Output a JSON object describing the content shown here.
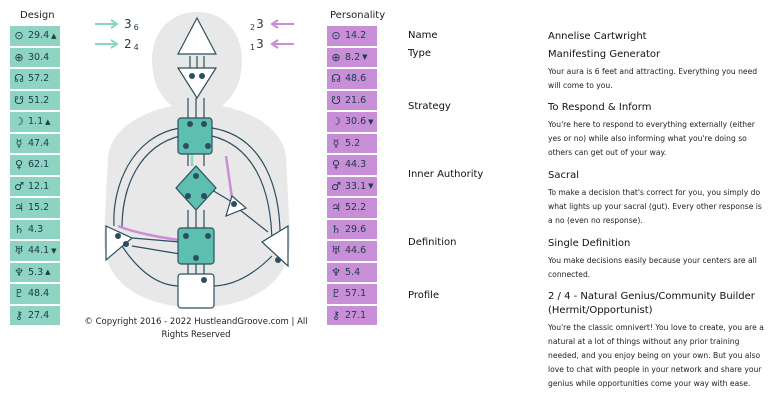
{
  "design": {
    "title": "Design",
    "arrows": [
      {
        "digit": "3",
        "sub": "6"
      },
      {
        "digit": "2",
        "sub": "4"
      }
    ],
    "planets": [
      {
        "symbol": "⊙",
        "value": "29.4",
        "mark": "▲"
      },
      {
        "symbol": "⊕",
        "value": "30.4",
        "mark": ""
      },
      {
        "symbol": "☊",
        "value": "57.2",
        "mark": ""
      },
      {
        "symbol": "☋",
        "value": "51.2",
        "mark": ""
      },
      {
        "symbol": "☽",
        "value": "1.1",
        "mark": "▲"
      },
      {
        "symbol": "☿",
        "value": "47.4",
        "mark": ""
      },
      {
        "symbol": "♀",
        "value": "62.1",
        "mark": ""
      },
      {
        "symbol": "♂",
        "value": "12.1",
        "mark": ""
      },
      {
        "symbol": "♃",
        "value": "15.2",
        "mark": ""
      },
      {
        "symbol": "♄",
        "value": "4.3",
        "mark": ""
      },
      {
        "symbol": "♅",
        "value": "44.1",
        "mark": "▼"
      },
      {
        "symbol": "♆",
        "value": "5.3",
        "mark": "▲"
      },
      {
        "symbol": "♇",
        "value": "48.4",
        "mark": ""
      },
      {
        "symbol": "⚷",
        "value": "27.4",
        "mark": ""
      }
    ]
  },
  "personality": {
    "title": "Personality",
    "arrows": [
      {
        "pre": "2",
        "digit": "3"
      },
      {
        "pre": "1",
        "digit": "3"
      }
    ],
    "planets": [
      {
        "symbol": "⊙",
        "value": "14.2",
        "mark": ""
      },
      {
        "symbol": "⊕",
        "value": "8.2",
        "mark": "▼"
      },
      {
        "symbol": "☊",
        "value": "48.6",
        "mark": ""
      },
      {
        "symbol": "☋",
        "value": "21.6",
        "mark": ""
      },
      {
        "symbol": "☽",
        "value": "30.6",
        "mark": "▼"
      },
      {
        "symbol": "☿",
        "value": "5.2",
        "mark": ""
      },
      {
        "symbol": "♀",
        "value": "44.3",
        "mark": ""
      },
      {
        "symbol": "♂",
        "value": "33.1",
        "mark": "▼"
      },
      {
        "symbol": "♃",
        "value": "52.2",
        "mark": ""
      },
      {
        "symbol": "♄",
        "value": "29.6",
        "mark": ""
      },
      {
        "symbol": "♅",
        "value": "44.6",
        "mark": ""
      },
      {
        "symbol": "♆",
        "value": "5.4",
        "mark": ""
      },
      {
        "symbol": "♇",
        "value": "57.1",
        "mark": ""
      },
      {
        "symbol": "⚷",
        "value": "27.1",
        "mark": ""
      }
    ]
  },
  "copyright": "© Copyright 2016 - 2022 HustleandGroove.com | All Rights Reserved",
  "info": {
    "name": {
      "label": "Name",
      "title": "Annelise Cartwright",
      "desc": ""
    },
    "type": {
      "label": "Type",
      "title": "Manifesting Generator",
      "desc": "Your aura is 6 feet and attracting. Everything you need will come to you."
    },
    "strategy": {
      "label": "Strategy",
      "title": "To Respond & Inform",
      "desc": "You're here to respond to everything externally (either yes or no) while also informing what you're doing so others can get out of your way."
    },
    "authority": {
      "label": "Inner Authority",
      "title": "Sacral",
      "desc": "To make a decision that's correct for you, you simply do what lights up your sacral (gut). Every other response is a no (even no response)."
    },
    "definition": {
      "label": "Definition",
      "title": "Single Definition",
      "desc": "You make decisions easily because your centers are all connected."
    },
    "profile": {
      "label": "Profile",
      "title": "2 / 4 - Natural Genius/Community Builder (Hermit/Opportunist)",
      "desc": "You're the classic omnivert! You love to create, you are a natural at a lot of things without any prior training needed, and you enjoy being on your own. But you also love to chat with people in your network and share your genius while opportunities come your way with ease."
    }
  },
  "colors": {
    "design": "#8dd4c3",
    "personality": "#c88ed8",
    "center_defined": "#5dbfb0",
    "center_open": "#ffffff",
    "channel_line": "#2b4f5e",
    "head_bg": "#e8e8e8"
  }
}
